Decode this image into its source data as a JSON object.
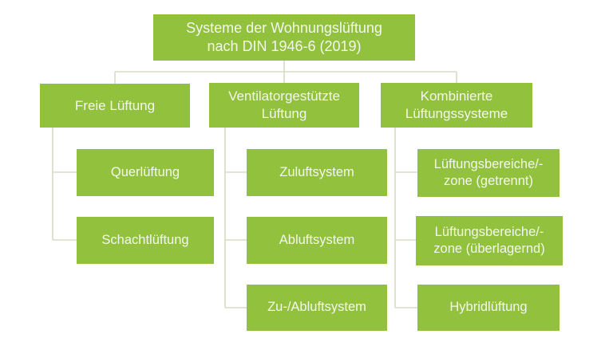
{
  "diagram": {
    "title": "Systeme der Wohnungslüftung nach DIN 1946-6 (2019)",
    "root": {
      "label": "Systeme der Wohnungslüftung nach DIN 1946-6 (2019)"
    },
    "branches": [
      {
        "label": "Freie Lüftung",
        "children": [
          "Querlüftung",
          "Schachtlüftung"
        ]
      },
      {
        "label": "Ventilatorgestützte Lüftung",
        "children": [
          "Zuluftsystem",
          "Abluftsystem",
          "Zu-/Abluftsystem"
        ]
      },
      {
        "label": "Kombinierte Lüftungssysteme",
        "children": [
          "Lüftungsbereiche/-zone (getrennt)",
          "Lüftungsbereiche/-zone (überlagernd)",
          "Hybridlüftung"
        ]
      }
    ],
    "colors": {
      "box_green": "#92c13e",
      "connector_line": "#d6dcc3",
      "box_text": "#f3f7ec",
      "background": "#ffffff"
    }
  }
}
